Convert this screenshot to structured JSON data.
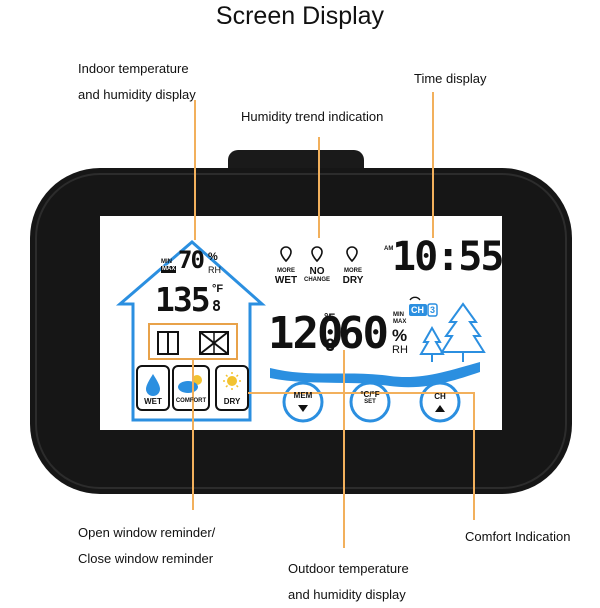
{
  "title": "Screen Display",
  "callouts": {
    "indoor_line1": "Indoor temperature",
    "indoor_line2": "and humidity display",
    "humidity_trend": "Humidity trend indication",
    "time_display": "Time display",
    "window_line1": "Open window reminder/",
    "window_line2": "Close window reminder",
    "outdoor_line1": "Outdoor temperature",
    "outdoor_line2": "and humidity display",
    "comfort": "Comfort Indication"
  },
  "lcd": {
    "indoor_humidity": "70",
    "indoor_humidity_unit": "%",
    "rh": "RH",
    "min": "MIN",
    "max": "MAX",
    "indoor_temp": "135",
    "indoor_temp_decimal": "8",
    "temp_unit": "°F",
    "trend": {
      "wet_top": "MORE",
      "wet": "WET",
      "no": "NO",
      "change": "CHANGE",
      "dry_top": "MORE",
      "dry": "DRY"
    },
    "am": "AM",
    "time": "10:55",
    "channel": "CH",
    "channel_num": "3",
    "outdoor_temp": "120",
    "outdoor_temp_decimal": "8",
    "outdoor_humidity": "60",
    "outdoor_humidity_unit": "%",
    "comfort": {
      "wet": "WET",
      "comfort": "COMFORT",
      "dry": "DRY"
    },
    "buttons": {
      "mem": "MEM",
      "cf": "°C/°F",
      "set": "SET",
      "ch": "CH"
    }
  },
  "colors": {
    "accent_blue": "#2b8fe0",
    "frame": "#161616",
    "leader": "#f2b05c",
    "orange": "#e8a24a"
  }
}
